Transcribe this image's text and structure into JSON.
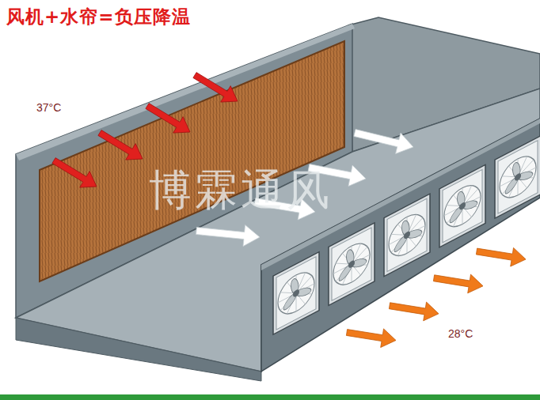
{
  "diagram": {
    "title": "风机+水帘=负压降温",
    "labels": [
      "37°C",
      "28°C",
      "博霖通风"
    ]
  }
}
